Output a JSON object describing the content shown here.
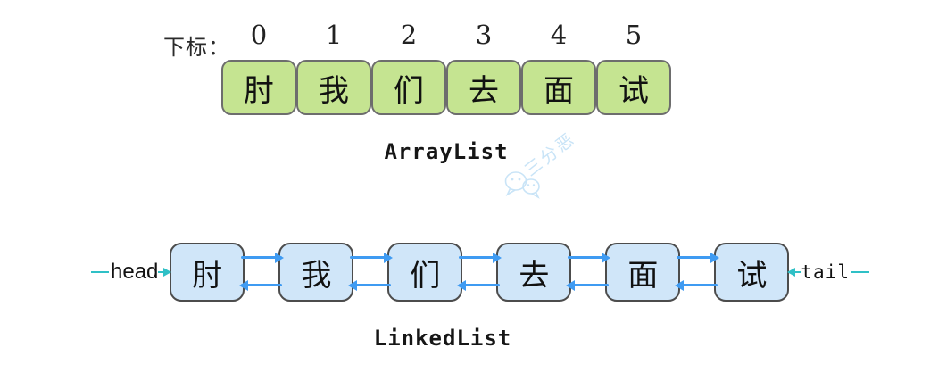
{
  "colors": {
    "array_box_fill": "#c5e491",
    "array_box_border": "#6d6d6d",
    "list_box_fill": "#d0e6f9",
    "list_box_border": "#4c4c4c",
    "link_arrow": "#3f9bf2",
    "pointer_accent": "#2fc0c6",
    "watermark": "#c9e4f7"
  },
  "array": {
    "index_label": "下标：",
    "indices": [
      "0",
      "1",
      "2",
      "3",
      "4",
      "5"
    ],
    "cells": [
      "肘",
      "我",
      "们",
      "去",
      "面",
      "试"
    ],
    "title": "ArrayList"
  },
  "watermark": {
    "icon": "wechat-chat-bubbles-icon",
    "text": "三分恶"
  },
  "linked_list": {
    "head_label": "head",
    "tail_label": "tail",
    "nodes": [
      "肘",
      "我",
      "们",
      "去",
      "面",
      "试"
    ],
    "title": "LinkedList"
  }
}
